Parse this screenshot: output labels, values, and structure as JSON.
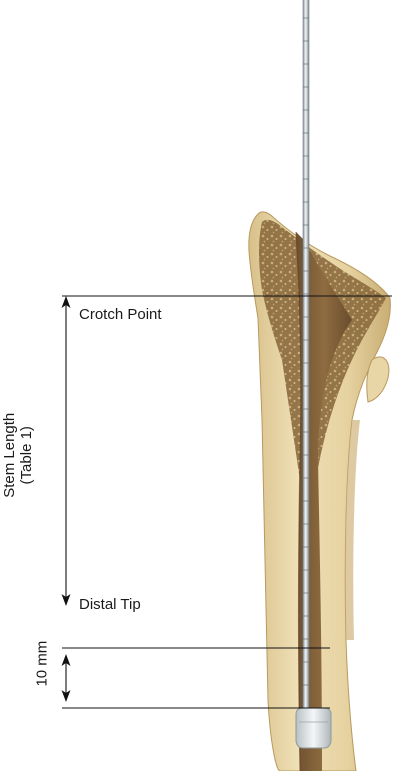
{
  "labels": {
    "crotch_point": "Crotch Point",
    "distal_tip": "Distal Tip",
    "stem_length_line1": "Stem Length",
    "stem_length_line2": "(Table 1)",
    "offset": "10 mm"
  },
  "colors": {
    "bone_light": "#ecdcb0",
    "bone_mid": "#dcc48e",
    "bone_shadow": "#c9ad74",
    "marrow_dark": "#7a5a33",
    "marrow_mid": "#8f6c40",
    "rod_light": "#e6ebee",
    "rod_dark": "#8b969c",
    "line": "#111111",
    "text": "#1a1a1a"
  }
}
